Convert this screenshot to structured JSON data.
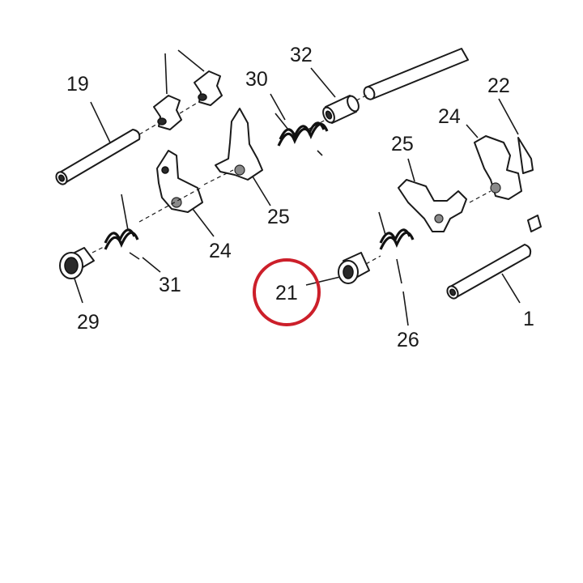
{
  "diagram": {
    "callouts": [
      {
        "id": "19",
        "text": "19"
      },
      {
        "id": "32",
        "text": "32"
      },
      {
        "id": "30",
        "text": "30"
      },
      {
        "id": "22",
        "text": "22"
      },
      {
        "id": "24a",
        "text": "24"
      },
      {
        "id": "25a",
        "text": "25"
      },
      {
        "id": "24b",
        "text": "24"
      },
      {
        "id": "25b",
        "text": "25"
      },
      {
        "id": "31",
        "text": "31"
      },
      {
        "id": "29",
        "text": "29"
      },
      {
        "id": "21",
        "text": "21"
      },
      {
        "id": "26",
        "text": "26"
      },
      {
        "id": "1",
        "text": "1"
      }
    ],
    "highlight": {
      "target": "21",
      "color": "#cc1f2a"
    }
  }
}
